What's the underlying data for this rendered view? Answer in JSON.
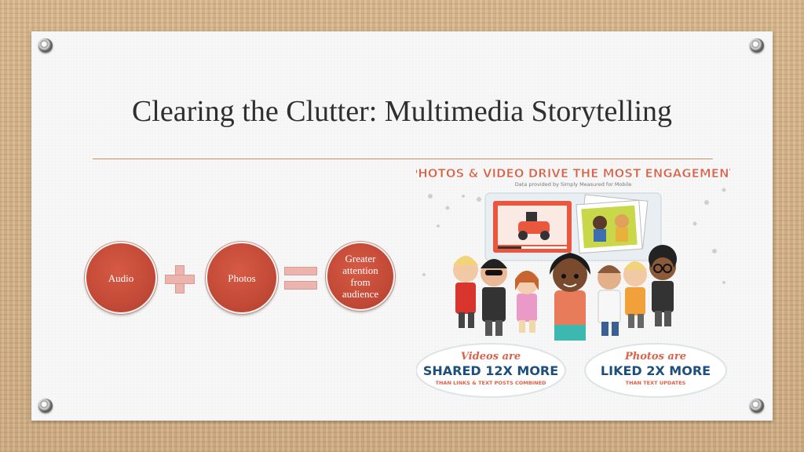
{
  "slide": {
    "title": "Clearing the Clutter: Multimedia Storytelling"
  },
  "equation": {
    "item1": "Audio",
    "item2": "Photos",
    "result": "Greater attention from audience",
    "operator1": "plus",
    "operator2": "equals"
  },
  "infographic": {
    "headline": "PHOTOS & VIDEO DRIVE THE MOST ENGAGEMENT",
    "source": "Data provided by Simply Measured for Mobile",
    "left_badge_script": "Videos are",
    "left_badge_main": "SHARED 12X MORE",
    "left_badge_sub": "THAN LINKS & TEXT POSTS COMBINED",
    "right_badge_script": "Photos are",
    "right_badge_main": "LIKED 2X MORE",
    "right_badge_sub": "THAN TEXT UPDATES"
  },
  "colors": {
    "circle": "#c34a37",
    "operator": "#ebb4ae",
    "rule": "#c8935a",
    "headline": "#d9634a",
    "badge_text": "#1e4f7a"
  }
}
